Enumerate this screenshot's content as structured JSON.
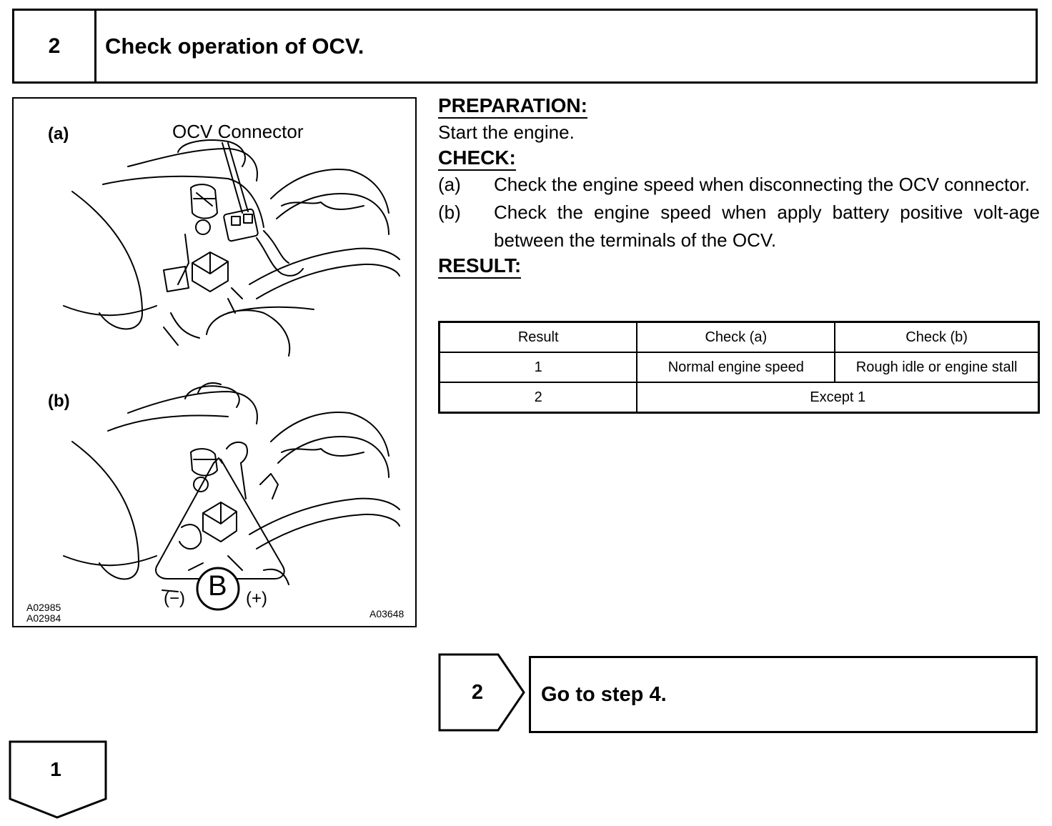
{
  "step": {
    "number": "2",
    "title": "Check operation of OCV."
  },
  "figure": {
    "label_a": "(a)",
    "label_b": "(b)",
    "callout_connector": "OCV Connector",
    "battery_label": "B",
    "minus_label": "(−)",
    "plus_label": "(+)",
    "codes_left": [
      "A02985",
      "A02984"
    ],
    "code_right": "A03648"
  },
  "preparation": {
    "heading": "PREPARATION:",
    "text": "Start the engine."
  },
  "check": {
    "heading": "CHECK:",
    "items": [
      {
        "label": "(a)",
        "text": "Check the engine speed when disconnecting the OCV connector."
      },
      {
        "label": "(b)",
        "text": "Check the engine speed when apply battery positive volt-age between the terminals of the OCV."
      }
    ]
  },
  "result": {
    "heading": "RESULT:",
    "headers": [
      "Result",
      "Check (a)",
      "Check (b)"
    ],
    "row1": [
      "1",
      "Normal engine speed",
      "Rough idle or engine stall"
    ],
    "row2": [
      "2",
      "Except 1"
    ]
  },
  "goto": {
    "number": "2",
    "text": "Go to step 4."
  },
  "bottom_tab": {
    "number": "1"
  }
}
